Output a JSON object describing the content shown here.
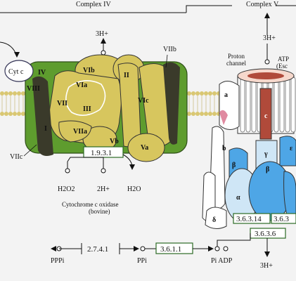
{
  "complexes": {
    "complex_iv": "Complex IV",
    "complex_v": "Complex V"
  },
  "proton_labels": {
    "complex_iv_top": "3H+",
    "complex_v_top": "3H+",
    "complex_v_bottom": "3H+"
  },
  "cyt_c": "Cyt c",
  "cox_subunits": {
    "iv": "IV",
    "viii": "VIII",
    "vib": "VIb",
    "via": "VIa",
    "iii": "III",
    "ii": "II",
    "vic": "VIc",
    "vii": "VII",
    "i": "I",
    "viia": "VIIa",
    "vb": "Vb",
    "va": "Va",
    "viib": "VIIb",
    "viic": "VIIc"
  },
  "atp_subunits": {
    "a": "a",
    "c": "c",
    "b": "b",
    "beta_left": "β",
    "gamma": "γ",
    "epsilon": "ε",
    "beta_bottom": "β",
    "alpha": "α",
    "delta": "δ"
  },
  "ec_numbers": {
    "cox": "1.9.3.1",
    "atp_1": "3.6.3.14",
    "atp_2": "3.6.3",
    "atp_3": "3.6.3.6",
    "pyrophosphatase": "3.6.1.1",
    "polyphosphate": "2.7.4.1"
  },
  "products": {
    "h2o2": "H2O2",
    "h_plus": "2H+",
    "h2o": "H2O"
  },
  "captions": {
    "cox_line1": "Cytochrome c oxidase",
    "cox_line2": "(bovine)",
    "proton_line1": "Proton",
    "proton_line2": "channel",
    "atp_line1": "ATP",
    "atp_line2": "(Esc"
  },
  "bottom": {
    "ppp": "PPPi",
    "ppi": "PPi",
    "pi_adp": "Pi ADP"
  },
  "colors": {
    "cox_green": "#5e9c2e",
    "cox_dark": "#3a3a2a",
    "cox_yellow": "#d7c65e",
    "membrane": "#d9c772",
    "atp_blue": "#4ea6e6",
    "atp_pale": "#cfe6f6",
    "channel_red": "#b04a3a"
  }
}
